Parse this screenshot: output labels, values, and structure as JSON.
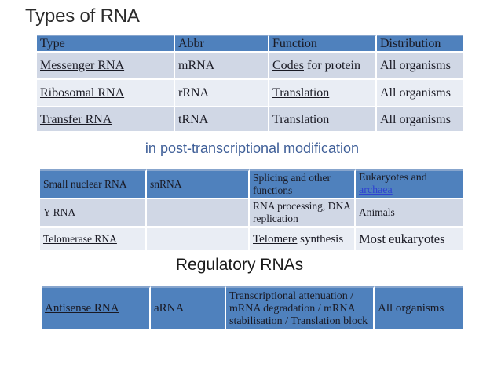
{
  "title": "Types of RNA",
  "subtitle": "in post-transcriptional modification",
  "section3_title": "Regulatory RNAs",
  "colors": {
    "header_blue": "#4f81bd",
    "band_dark": "#d0d7e5",
    "band_light": "#e9edf4",
    "link_blue": "#2e41d2",
    "subtitle_blue": "#3f5f98",
    "title_color": "#2b2b2b"
  },
  "t1": {
    "headers": [
      "Type",
      "Abbr",
      "Function",
      "Distribution"
    ],
    "rows": [
      {
        "type": "Messenger RNA",
        "abbr": "mRNA",
        "fn_u": "Codes",
        "fn_r": " for protein",
        "dist": "All organisms"
      },
      {
        "type": "Ribosomal RNA",
        "abbr": "rRNA",
        "fn_u": "Translation",
        "fn_r": "",
        "dist": "All organisms"
      },
      {
        "type": "Transfer RNA",
        "abbr": "tRNA",
        "fn_u": "",
        "fn_r": "Translation",
        "dist": "All organisms"
      }
    ]
  },
  "t2": {
    "rows": [
      {
        "type": "Small nuclear RNA",
        "abbr": "snRNA",
        "fn": "Splicing and other functions",
        "dist_text": "Eukaryotes and ",
        "dist_link": "archaea"
      },
      {
        "type": "Y RNA",
        "abbr": "",
        "fn": "RNA processing, DNA replication",
        "dist": "Animals"
      },
      {
        "type": "Telomerase RNA",
        "abbr": "",
        "fn_u": "Telomere",
        "fn_r": " synthesis",
        "dist": "Most eukaryotes"
      }
    ]
  },
  "t3": {
    "rows": [
      {
        "type": "Antisense RNA",
        "abbr": "aRNA",
        "fn": "Transcriptional attenuation / mRNA degradation / mRNA stabilisation / Translation block",
        "dist": "All organisms"
      }
    ]
  }
}
